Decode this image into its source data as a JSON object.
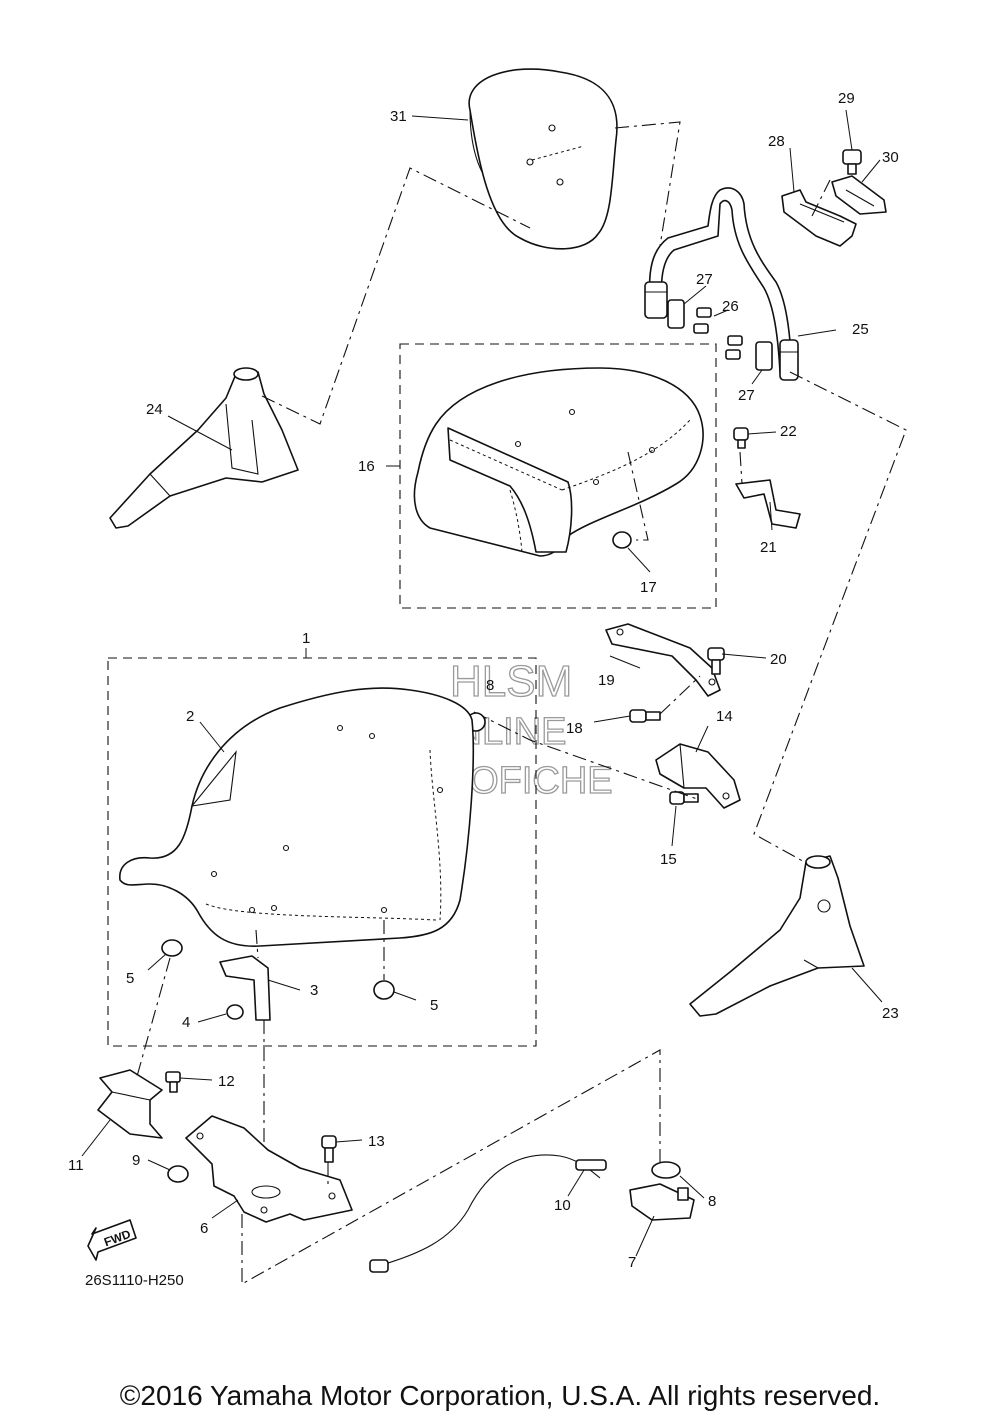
{
  "diagram_code": "26S1110-H250",
  "copyright": "©2016 Yamaha Motor Corporation, U.S.A. All rights reserved.",
  "fwd_label": "FWD",
  "watermark": {
    "line1": "HLSM",
    "line2": "ONLINE",
    "line3": "MICROFICHE",
    "color": "#9a9a9a"
  },
  "callouts": {
    "c1": "1",
    "c2": "2",
    "c3": "3",
    "c4": "4",
    "c5a": "5",
    "c5b": "5",
    "c6": "6",
    "c7": "7",
    "c8": "8",
    "c9": "9",
    "c10": "10",
    "c11": "11",
    "c12": "12",
    "c13": "13",
    "c14": "14",
    "c15": "15",
    "c16": "16",
    "c17": "17",
    "c18": "18",
    "c19": "19",
    "c20": "20",
    "c21": "21",
    "c22": "22",
    "c23": "23",
    "c24": "24",
    "c25": "25",
    "c26": "26",
    "c27a": "27",
    "c27b": "27",
    "c28": "28",
    "c29": "29",
    "c30": "30",
    "c31": "31"
  }
}
